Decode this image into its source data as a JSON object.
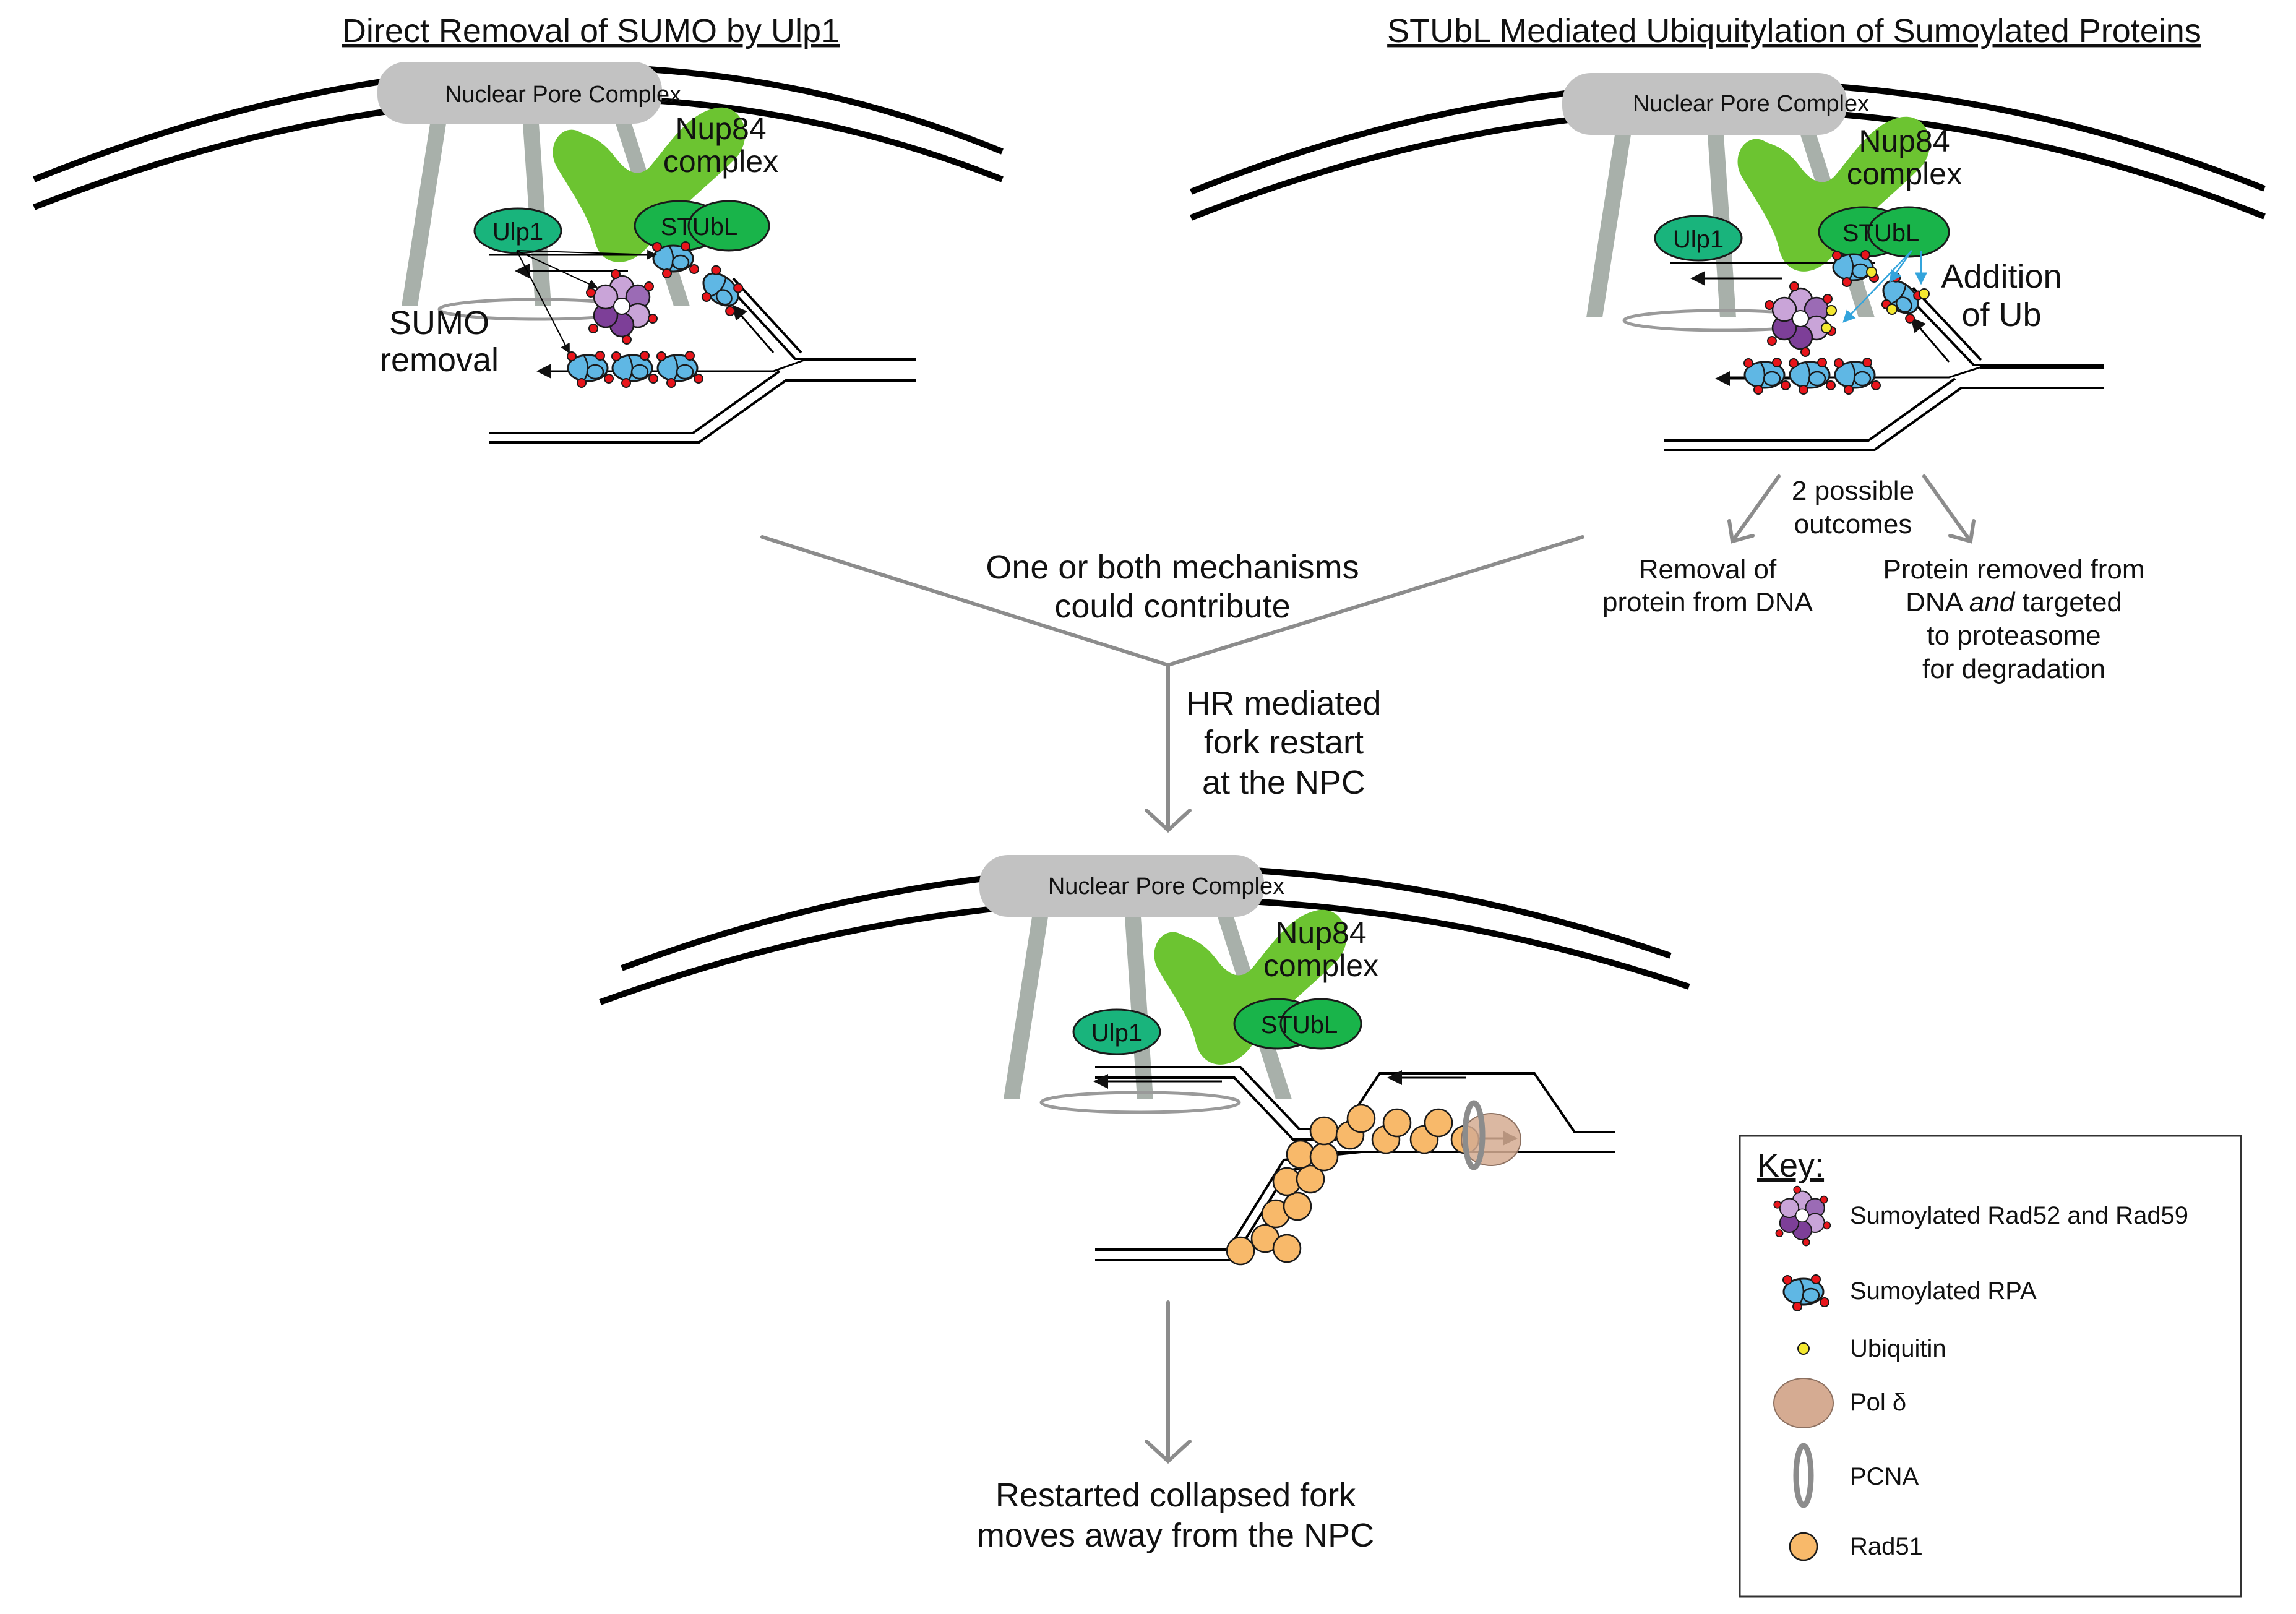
{
  "titles": {
    "left": "Direct Removal of SUMO by Ulp1",
    "right": "STUbL Mediated Ubiquitylation of Sumoylated Proteins"
  },
  "labels": {
    "npc": "Nuclear Pore Complex",
    "nup84_line1": "Nup84",
    "nup84_line2": "complex",
    "ulp1": "Ulp1",
    "stubl": "STUbL",
    "sumo_line1": "SUMO",
    "sumo_line2": "removal",
    "addition_line1": "Addition",
    "addition_line2": "of Ub",
    "outcomes_line1": "2 possible",
    "outcomes_line2": "outcomes",
    "removal_line1": "Removal of",
    "removal_line2": "protein from DNA",
    "proteasome_line1": "Protein removed from",
    "proteasome_line2_a": "DNA ",
    "proteasome_line2_b": "and",
    "proteasome_line2_c": " targeted",
    "proteasome_line3": "to proteasome",
    "proteasome_line4": "for degradation",
    "contribute_line1": "One or both mechanisms",
    "contribute_line2": "could contribute",
    "hr_line1": "HR mediated",
    "hr_line2": "fork restart",
    "hr_line3": "at the NPC",
    "restart_line1": "Restarted collapsed fork",
    "restart_line2": "moves away from the NPC"
  },
  "key": {
    "title": "Key:",
    "items": [
      {
        "icon": "rad52-rad59-complex-icon",
        "label": "Sumoylated Rad52 and Rad59"
      },
      {
        "icon": "rpa-icon",
        "label": "Sumoylated RPA"
      },
      {
        "icon": "ubiquitin-icon",
        "label": "Ubiquitin"
      },
      {
        "icon": "pol-delta-icon",
        "label": "Pol δ"
      },
      {
        "icon": "pcna-icon",
        "label": "PCNA"
      },
      {
        "icon": "rad51-icon",
        "label": "Rad51"
      }
    ]
  },
  "colors": {
    "ulp1": "#19b47c",
    "stubl": "#19b44a",
    "nup84": "#6cc431",
    "npc": "#c2c2c2",
    "rpa": "#5fb7e4",
    "sumo": "#e8151b",
    "rad52_dark": "#7d3f98",
    "rad52_light": "#c9a4d8",
    "ubiquitin": "#f4e830",
    "pol_delta": "#d5ab92",
    "rad51": "#f8b96a",
    "arrow_grey": "#8c8c8c",
    "ub_arrow": "#33a4dc"
  }
}
